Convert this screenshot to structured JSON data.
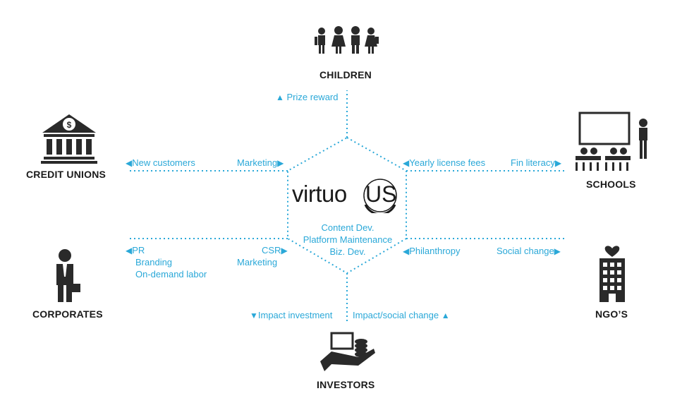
{
  "entities": {
    "children": "CHILDREN",
    "credit_unions": "CREDIT UNIONS",
    "schools": "SCHOOLS",
    "corporates": "CORPORATES",
    "ngos": "NGO’S",
    "investors": "INVESTORS"
  },
  "center": {
    "logo_left": "virtuo",
    "logo_right": "US",
    "services": [
      "Content Dev.",
      "Platform Maintenance",
      "Biz. Dev."
    ]
  },
  "flows": {
    "prize_reward": "Prize reward",
    "new_customers": "New customers",
    "marketing_cu": "Marketing",
    "yearly_license_fees": "Yearly license fees",
    "fin_literacy": "Fin literacy",
    "pr": "PR",
    "branding": "Branding",
    "on_demand_labor": "On-demand labor",
    "csr": "CSR",
    "marketing_corp": "Marketing",
    "philanthropy": "Philanthropy",
    "social_change": "Social change",
    "impact_investment": "Impact investment",
    "impact_social_change": "Impact/social change"
  },
  "colors": {
    "accent": "#2aa8d8",
    "icon": "#2a2a2a"
  },
  "icons": [
    "children-icon",
    "bank-icon",
    "classroom-icon",
    "businessman-icon",
    "building-heart-icon",
    "coins-hand-icon"
  ]
}
